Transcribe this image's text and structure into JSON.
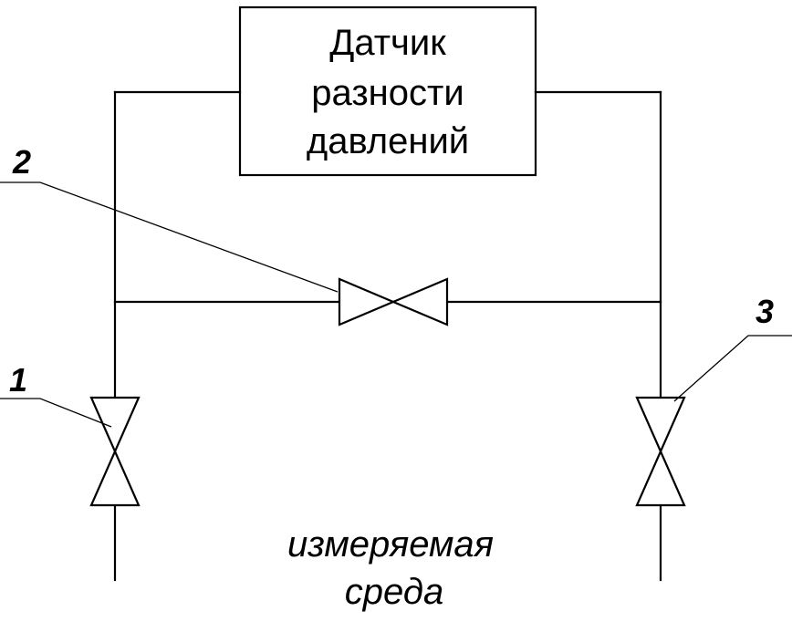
{
  "sensor": {
    "line1": "Датчик",
    "line2": "разности",
    "line3": "давлений"
  },
  "valves": [
    {
      "number": "1"
    },
    {
      "number": "2"
    },
    {
      "number": "3"
    }
  ],
  "medium": {
    "line1": "измеряемая",
    "line2": "среда"
  }
}
